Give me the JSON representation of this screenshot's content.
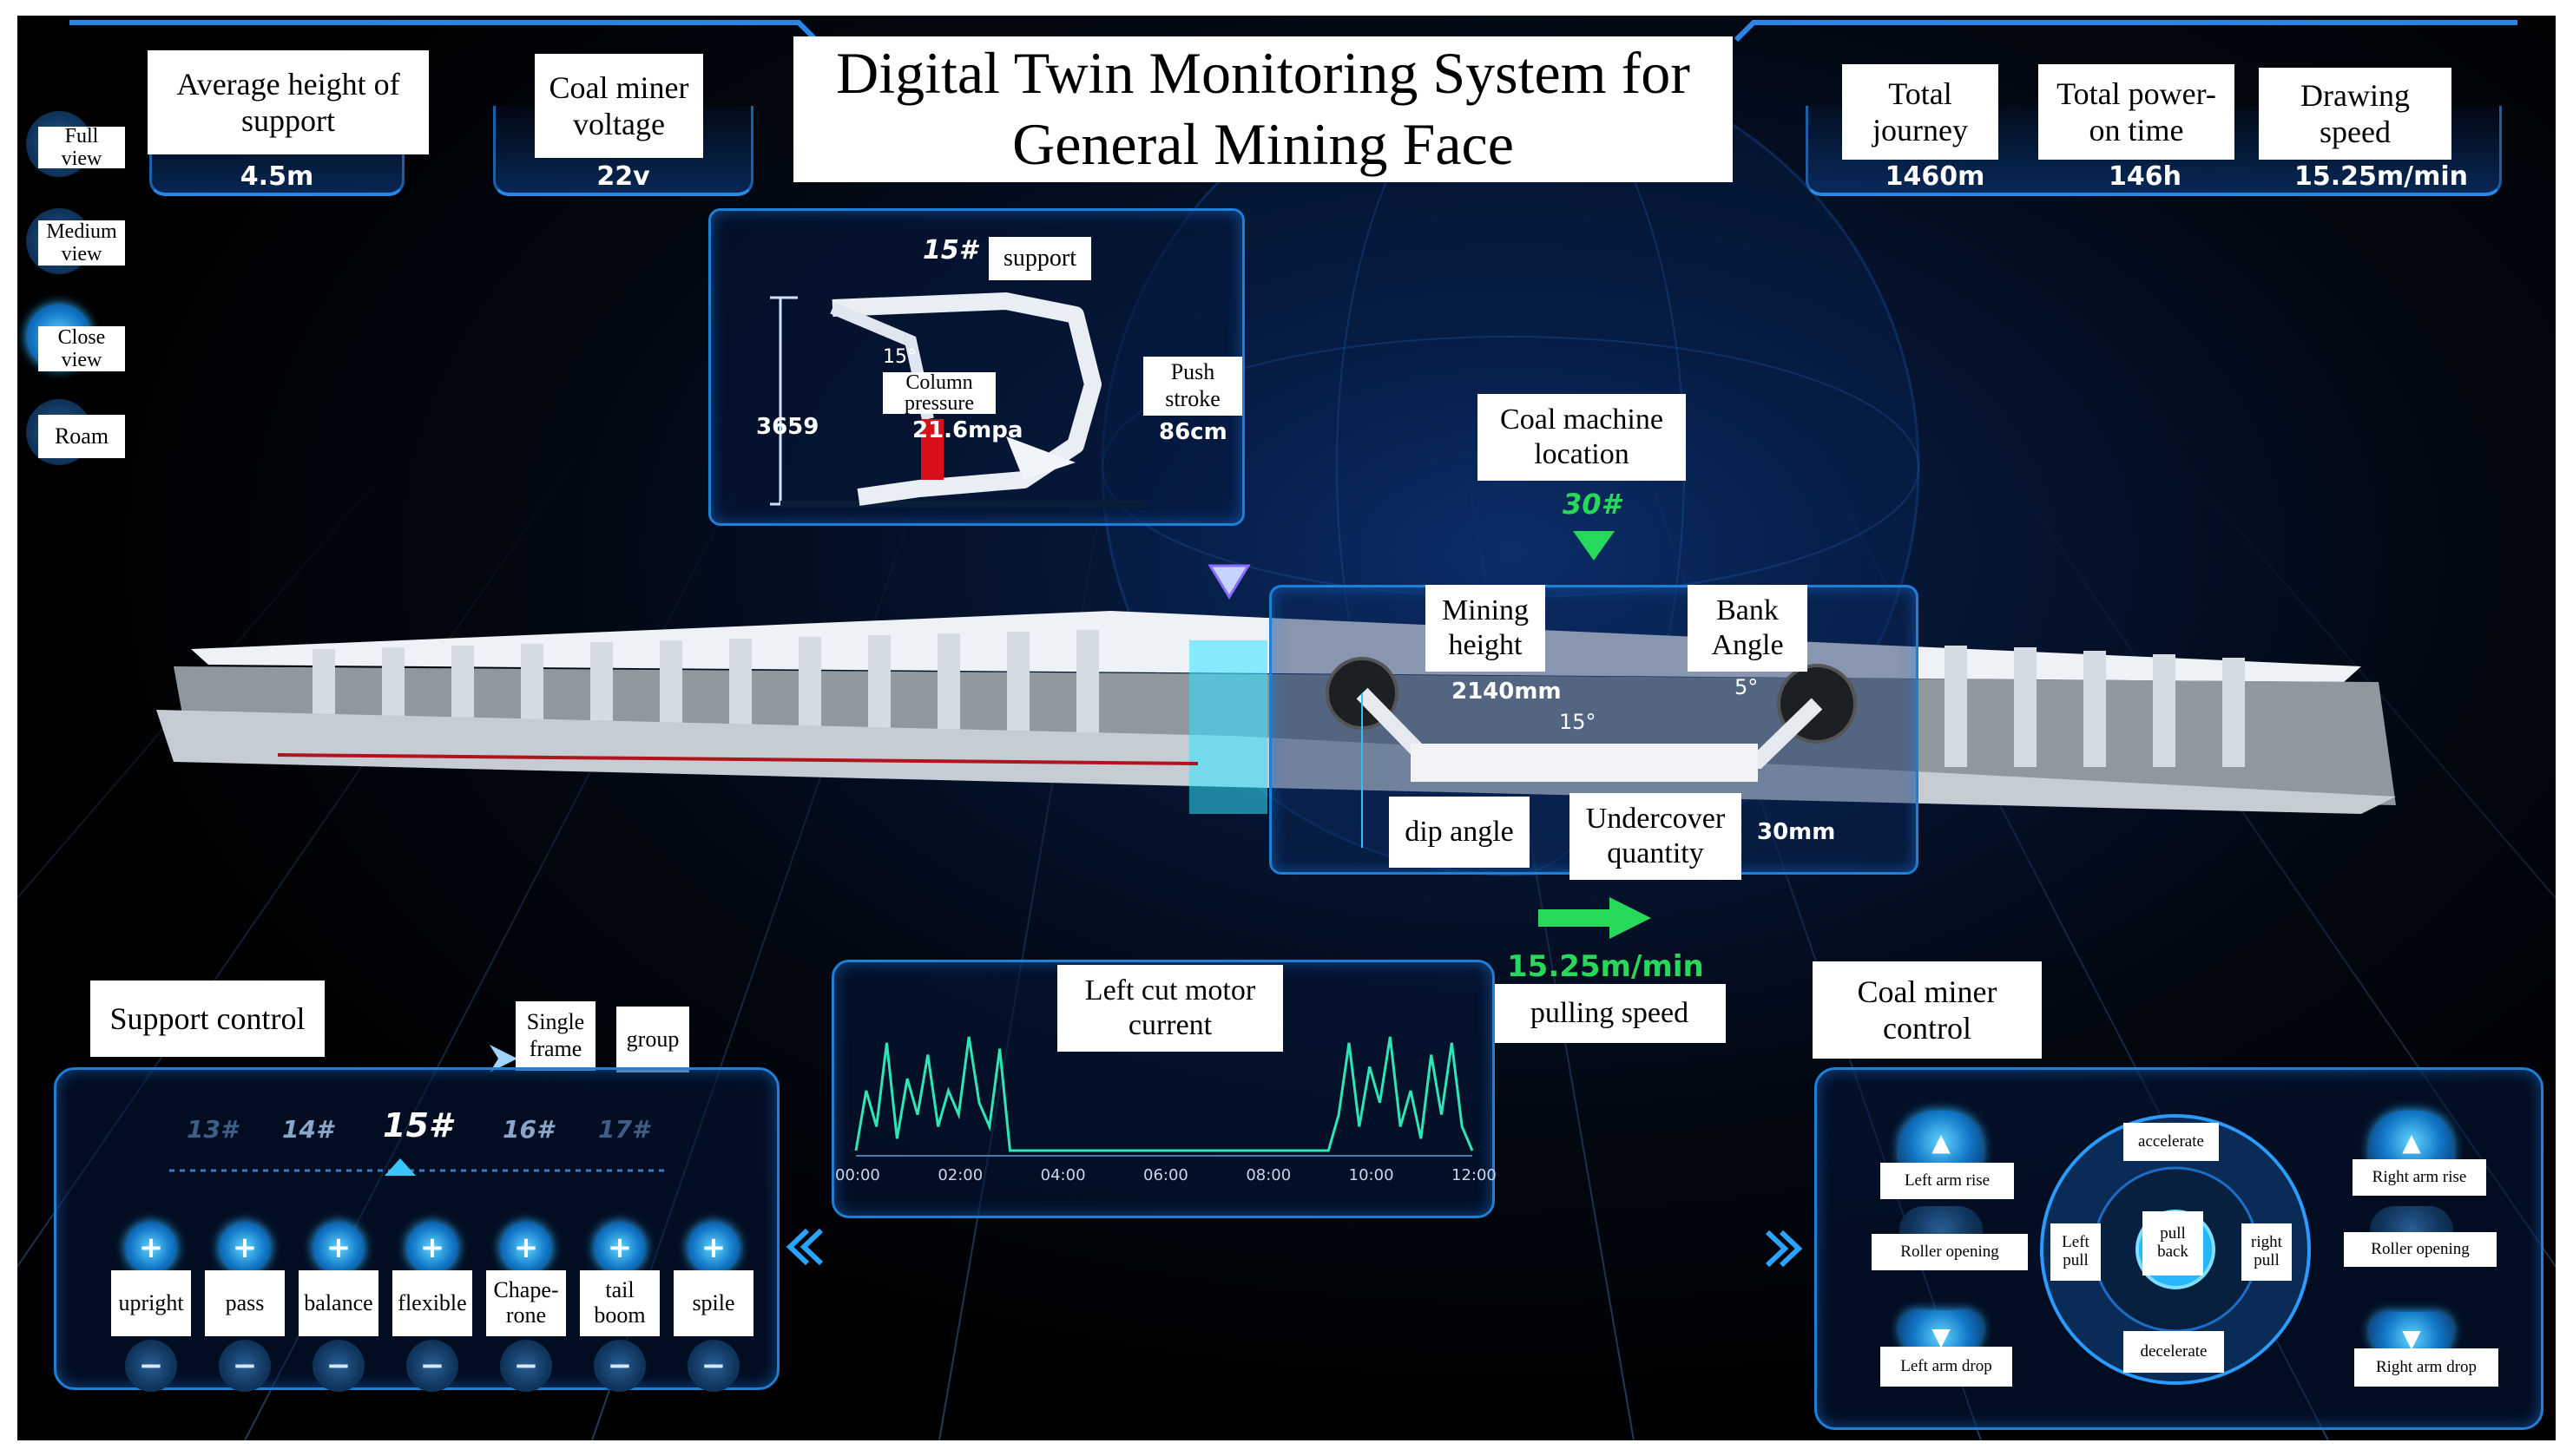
{
  "title": {
    "line1": "Digital Twin Monitoring System for",
    "line2": "General Mining Face"
  },
  "views": [
    "Full view",
    "Medium view",
    "Close view",
    "Roam"
  ],
  "stats_left": [
    {
      "label": "Average height of support",
      "value": "4.5m"
    },
    {
      "label": "Coal miner voltage",
      "value": "22v"
    }
  ],
  "stats_right": [
    {
      "label": "Total journey",
      "value": "1460m"
    },
    {
      "label": "Total power-on time",
      "value": "146h"
    },
    {
      "label": "Drawing speed",
      "value": "15.25m/min"
    }
  ],
  "support_panel": {
    "number": "15#",
    "label": "support",
    "angle": "15°",
    "height": "3659",
    "column_pressure_label": "Column pressure",
    "column_pressure_value": "21.6mpa",
    "push_stroke_label": "Push stroke",
    "push_stroke_value": "86cm"
  },
  "coal_machine": {
    "location_label": "Coal machine location",
    "location_value": "30#",
    "mining_height_label": "Mining height",
    "mining_height_value": "2140mm",
    "bank_angle_label": "Bank Angle",
    "bank_angle_value": "5°",
    "dip_angle_label": "dip angle",
    "dip_angle_value": "15°",
    "undercover_label": "Undercover quantity",
    "undercover_value": "30mm"
  },
  "pulling": {
    "value": "15.25m/min",
    "label": "pulling speed"
  },
  "chart_data": {
    "type": "line",
    "title": "Left cut motor current",
    "xlabel": "",
    "ylabel": "",
    "x_ticks": [
      "00:00",
      "02:00",
      "04:00",
      "06:00",
      "08:00",
      "10:00",
      "12:00"
    ],
    "x": [
      0,
      0.2,
      0.4,
      0.6,
      0.8,
      1.0,
      1.2,
      1.4,
      1.6,
      1.8,
      2.0,
      2.2,
      2.4,
      2.6,
      2.8,
      3.0,
      3.2,
      3.4,
      3.6,
      3.8,
      4.0,
      4.2,
      4.4,
      4.6,
      4.8,
      5.0,
      5.2,
      5.4,
      5.6,
      5.8,
      6.0,
      6.2,
      6.4,
      6.6,
      6.8,
      7.0,
      7.2,
      7.4,
      7.6,
      7.8,
      8.0,
      8.2,
      8.4,
      8.6,
      8.8,
      9.0,
      9.2,
      9.4,
      9.6,
      9.8,
      10.0,
      10.2,
      10.4,
      10.6,
      10.8,
      11.0,
      11.2,
      11.4,
      11.6,
      11.8,
      12.0
    ],
    "values": [
      0,
      0.5,
      0.2,
      0.9,
      0.1,
      0.6,
      0.3,
      0.8,
      0.2,
      0.5,
      0.3,
      0.95,
      0.4,
      0.2,
      0.85,
      0.0,
      0.0,
      0.0,
      0.0,
      0.0,
      0.0,
      0.0,
      0.0,
      0.0,
      0.0,
      0.0,
      0.0,
      0.0,
      0.0,
      0.0,
      0.0,
      0.0,
      0.0,
      0.0,
      0.0,
      0.0,
      0.0,
      0.0,
      0.0,
      0.0,
      0.0,
      0.0,
      0.0,
      0.0,
      0.0,
      0.0,
      0.0,
      0.3,
      0.9,
      0.2,
      0.7,
      0.4,
      0.95,
      0.2,
      0.5,
      0.1,
      0.8,
      0.3,
      0.9,
      0.2,
      0.0
    ]
  },
  "support_control": {
    "title": "Support control",
    "mode_single": "Single frame",
    "mode_group": "group",
    "frames": [
      "13#",
      "14#",
      "15#",
      "16#",
      "17#"
    ],
    "actions": [
      "upright",
      "pass",
      "balance",
      "flexible",
      "Chape-rone",
      "tail boom",
      "spile"
    ],
    "plus": "+",
    "minus": "−"
  },
  "coal_control": {
    "title": "Coal miner control",
    "left_arm_rise": "Left arm rise",
    "roller_opening_left": "Roller opening",
    "left_arm_drop": "Left arm drop",
    "right_arm_rise": "Right arm rise",
    "roller_opening_right": "Roller opening",
    "right_arm_drop": "Right arm drop",
    "accelerate": "accelerate",
    "decelerate": "decelerate",
    "left_pull": "Left pull",
    "right_pull": "right pull",
    "pull_back": "pull back"
  },
  "colors": {
    "accent": "#1d8fff",
    "green": "#27d85a",
    "wave": "#2ee6b5"
  }
}
